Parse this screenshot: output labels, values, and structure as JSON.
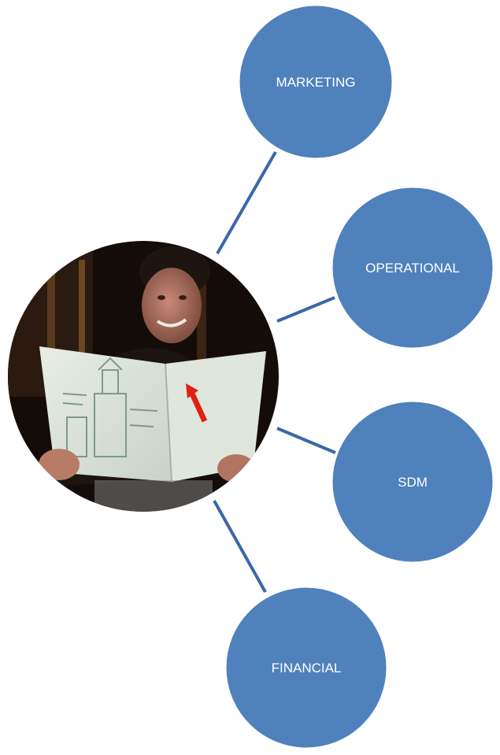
{
  "diagram": {
    "type": "radial-hub",
    "hub": {
      "image": "photo of a man reading a large sheet with a red arrow marker"
    },
    "nodes": [
      {
        "id": "marketing",
        "label": "MARKETING"
      },
      {
        "id": "operational",
        "label": "OPERATIONAL"
      },
      {
        "id": "sdm",
        "label": "SDM"
      },
      {
        "id": "financial",
        "label": "FINANCIAL"
      }
    ]
  },
  "colors": {
    "node_fill": "#4f81bd",
    "node_stroke": "#ffffff",
    "connector": "#3a67a8",
    "label": "#ffffff"
  }
}
